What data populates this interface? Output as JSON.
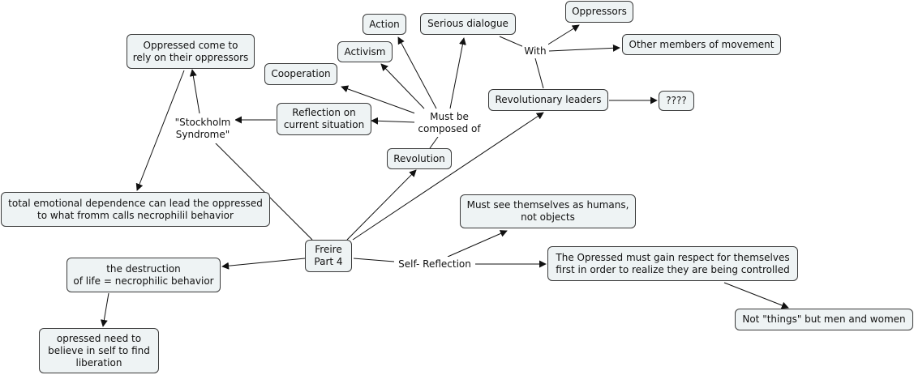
{
  "concepts": {
    "freire": "Freire\nPart 4",
    "oppressed_rely": "Oppressed come to\nrely on their oppressors",
    "total_dependence": "total emotional dependence can lead the oppressed\nto what fromm calls necrophilil behavior",
    "destruction": "the destruction\nof life = necrophilic behavior",
    "believe_self": "opressed need to\nbelieve in self to find\nliberation",
    "cooperation": "Cooperation",
    "activism": "Activism",
    "action": "Action",
    "serious_dialogue": "Serious dialogue",
    "oppressors": "Oppressors",
    "other_members": "Other members of movement",
    "reflection": "Reflection on\ncurrent situation",
    "revolution": "Revolution",
    "revolutionary_leaders": "Revolutionary leaders",
    "unknown": "????",
    "see_humans": "Must see themselves as humans,\nnot objects",
    "gain_respect": "The Opressed must gain respect for themselves\nfirst in order to realize they are being controlled",
    "not_things": "Not \"things\" but men and women"
  },
  "linking_phrases": {
    "stockholm": "\"Stockholm\nSyndrome\"",
    "must_be": "Must be\ncomposed of",
    "with": "With",
    "self_reflection": "Self- Reflection"
  }
}
